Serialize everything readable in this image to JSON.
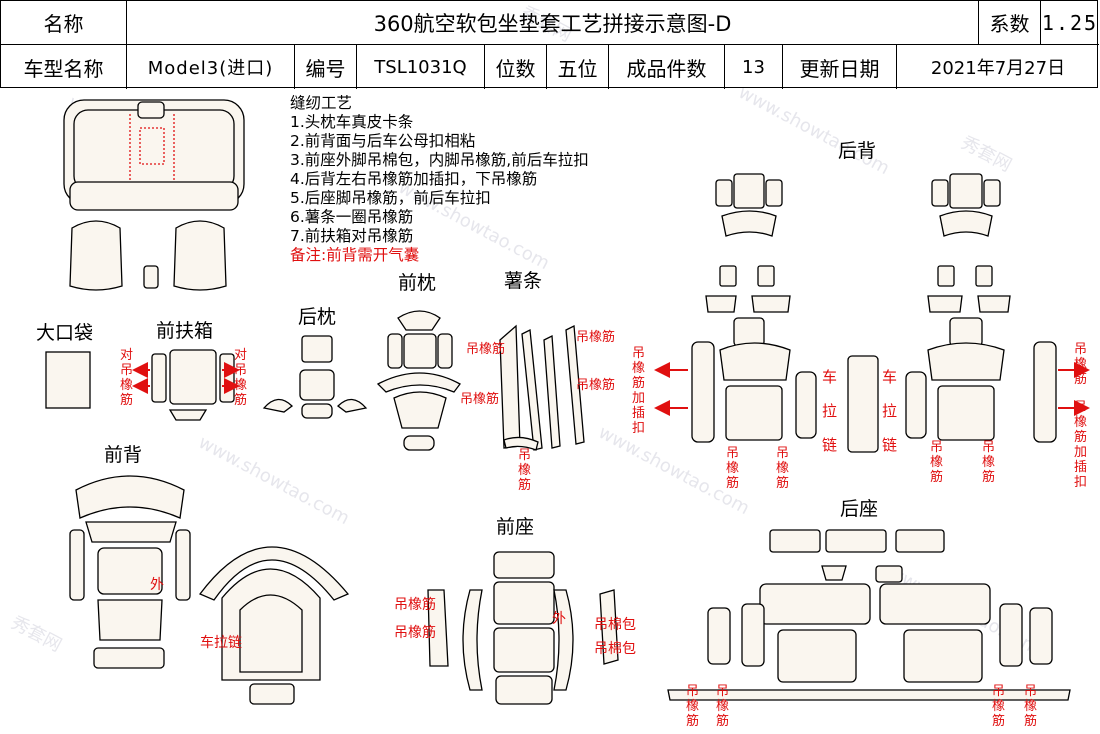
{
  "header": {
    "name_label": "名称",
    "title": "360航空软包坐垫套工艺拼接示意图-D",
    "coef_label": "系数",
    "coef_value": "1.25",
    "model_label": "车型名称",
    "model_value": "Model3(进口)",
    "code_label": "编号",
    "code_value": "TSL1031Q",
    "seats_label": "位数",
    "seats_value": "五位",
    "pieces_label": "成品件数",
    "pieces_value": "13",
    "update_label": "更新日期",
    "update_value": "2021年7月27日"
  },
  "notes": {
    "title": "缝纫工艺",
    "items": [
      "1.头枕车真皮卡条",
      "2.前背面与后车公母扣相粘",
      "3.前座外脚吊棉包，内脚吊橡筋,前后车拉扣",
      "4.后背左右吊橡筋加插扣，下吊橡筋",
      "5.后座脚吊橡筋，前后车拉扣",
      "6.薯条一圈吊橡筋",
      "7.前扶箱对吊橡筋"
    ],
    "remark": "备注:前背需开气囊"
  },
  "sections": {
    "big_pocket": "大口袋",
    "front_armrest": "前扶箱",
    "rear_headrest": "后枕",
    "front_headrest": "前枕",
    "strips": "薯条",
    "rear_back": "后背",
    "front_back": "前背",
    "front_seat": "前座",
    "rear_seat": "后座"
  },
  "annotations": {
    "dui_diao_xiangjin": "对吊橡筋",
    "diao_xiangjin": "吊橡筋",
    "diao_xiangjin_cha": "吊橡筋加插扣",
    "wai": "外",
    "che_lalian": "车拉链",
    "che_la_lian_v": "车拉链",
    "diao_mianbao": "吊棉包"
  },
  "watermark": {
    "cn": "秀套网",
    "url": "www.showtao.com"
  },
  "colors": {
    "line": "#000000",
    "accent_red": "#e01010",
    "piece_fill": "#faf6ef"
  }
}
